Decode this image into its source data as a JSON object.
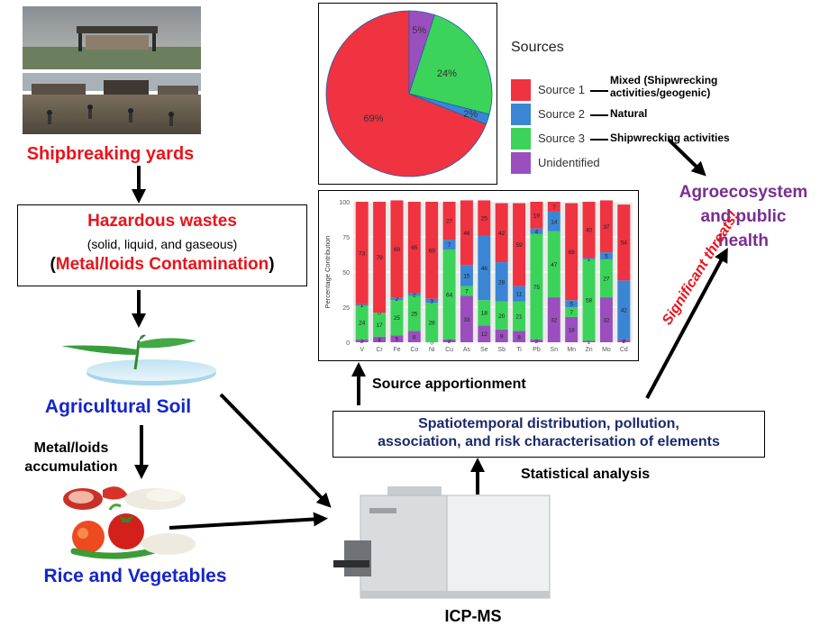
{
  "nodes": {
    "shipbreaking_yards": "Shipbreaking yards",
    "hazardous_title": "Hazardous wastes",
    "hazardous_sub": "(solid, liquid, and gaseous)",
    "contamination_open": "(",
    "contamination_label": "Metal/loids Contamination",
    "contamination_close": ")",
    "agricultural_soil": "Agricultural Soil",
    "accumulation_line1": "Metal/loids",
    "accumulation_line2": "accumulation",
    "rice_vegetables": "Rice and Vegetables",
    "icpms": "ICP-MS",
    "statistical_analysis": "Statistical analysis",
    "spatiotemporal_line1": "Spatiotemporal distribution, pollution,",
    "spatiotemporal_line2": "association, and risk characterisation of elements",
    "source_apportionment": "Source apportionment",
    "significant_threats": "Significant threats!",
    "agro_line1": "Agroecosystem",
    "agro_line2": "and public",
    "agro_line3": "health"
  },
  "legend": {
    "title": "Sources",
    "items": [
      {
        "label": "Source 1",
        "color": "#ef3340",
        "desc_line1": "Mixed (Shipwrecking",
        "desc_line2": "activities/geogenic)"
      },
      {
        "label": "Source 2",
        "color": "#3a86d4",
        "desc_line1": "Natural",
        "desc_line2": ""
      },
      {
        "label": "Source 3",
        "color": "#3cd35a",
        "desc_line1": "Shipwrecking activities",
        "desc_line2": ""
      },
      {
        "label": "Unidentified",
        "color": "#9b4fbf",
        "desc_line1": "",
        "desc_line2": ""
      }
    ]
  },
  "colors": {
    "source1": "#ef3340",
    "source2": "#3a86d4",
    "source3": "#3cd35a",
    "unidentified": "#9b4fbf",
    "red_text": "#e8141b",
    "blue_text": "#1525c9",
    "purple_text": "#7a2e91",
    "navy_text": "#1b2a6b"
  },
  "chart_data": [
    {
      "type": "pie",
      "slices": [
        {
          "name": "Source 1",
          "value": 69,
          "label": "69%"
        },
        {
          "name": "Unidentified",
          "value": 5,
          "label": "5%"
        },
        {
          "name": "Source 3",
          "value": 24,
          "label": "24%"
        },
        {
          "name": "Source 2",
          "value": 2,
          "label": "2%"
        }
      ]
    },
    {
      "type": "bar",
      "stacked": true,
      "ylabel": "Percentage Contribution",
      "ylim": [
        0,
        100
      ],
      "yticks": [
        0,
        25,
        50,
        75,
        100
      ],
      "categories": [
        "V",
        "Cr",
        "Fe",
        "Co",
        "Ni",
        "Cu",
        "As",
        "Se",
        "Sb",
        "Ti",
        "Pb",
        "Sn",
        "Mn",
        "Zn",
        "Mo",
        "Cd"
      ],
      "series": [
        {
          "name": "Unidentified",
          "values": [
            2,
            4,
            5,
            8,
            0,
            2,
            33,
            12,
            9,
            8,
            2,
            32,
            18,
            1,
            32,
            2
          ]
        },
        {
          "name": "Source 3",
          "values": [
            24,
            17,
            25,
            25,
            28,
            64,
            7,
            18,
            20,
            21,
            75,
            47,
            7,
            58,
            27,
            0
          ]
        },
        {
          "name": "Source 2",
          "values": [
            1,
            0,
            2,
            2,
            3,
            7,
            15,
            46,
            28,
            11,
            4,
            14,
            5,
            1,
            5,
            42
          ]
        },
        {
          "name": "Source 1",
          "values": [
            73,
            79,
            69,
            65,
            69,
            27,
            46,
            25,
            42,
            59,
            19,
            7,
            69,
            40,
            37,
            54
          ]
        }
      ]
    }
  ]
}
